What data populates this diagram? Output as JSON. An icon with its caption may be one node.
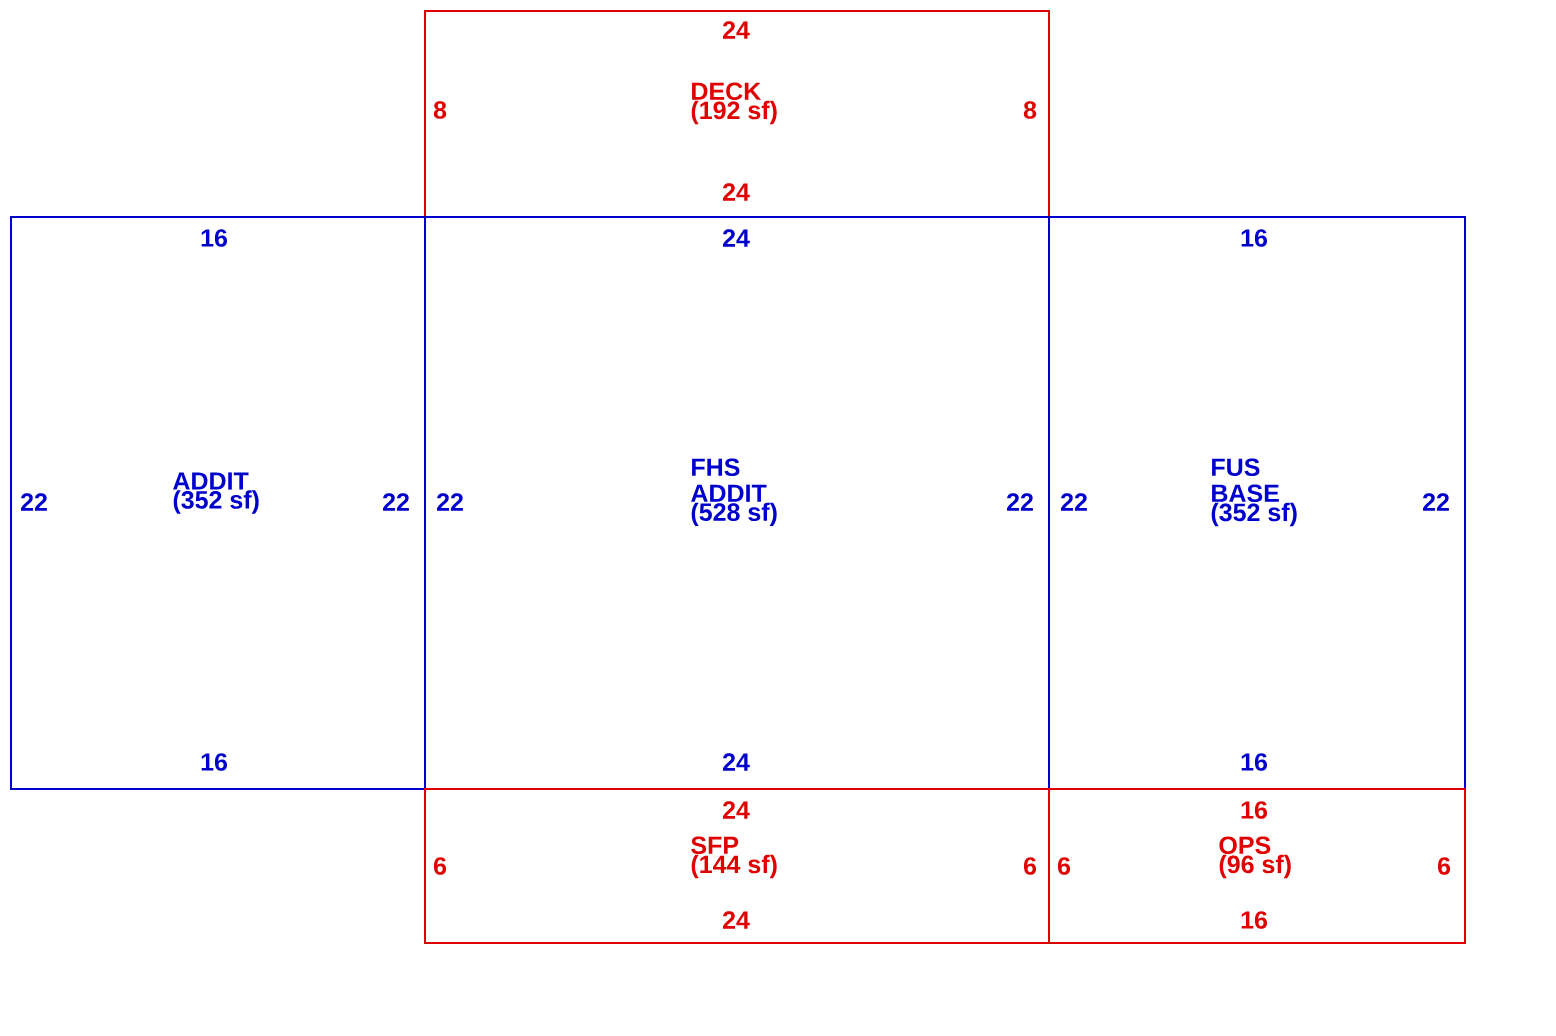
{
  "diagram": {
    "nodes": [
      {
        "text": [
          "DECK",
          "(192 sf)"
        ]
      },
      {
        "text": [
          "ADDIT",
          "(352 sf)"
        ]
      },
      {
        "text": [
          "FHS ADDIT",
          "(528 sf)"
        ]
      },
      {
        "text": [
          "FUS BASE",
          "(352 sf)"
        ]
      },
      {
        "text": [
          "SFP",
          "(144 sf)"
        ]
      },
      {
        "text": [
          "OPS",
          "(96 sf)"
        ]
      }
    ],
    "labels": [
      "24",
      "8",
      "8",
      "24",
      "16",
      "24",
      "16",
      "22",
      "22",
      "22",
      "22",
      "22",
      "22",
      "16",
      "24",
      "16",
      "24",
      "16",
      "6",
      "6",
      "6",
      "6",
      "24",
      "16"
    ]
  }
}
